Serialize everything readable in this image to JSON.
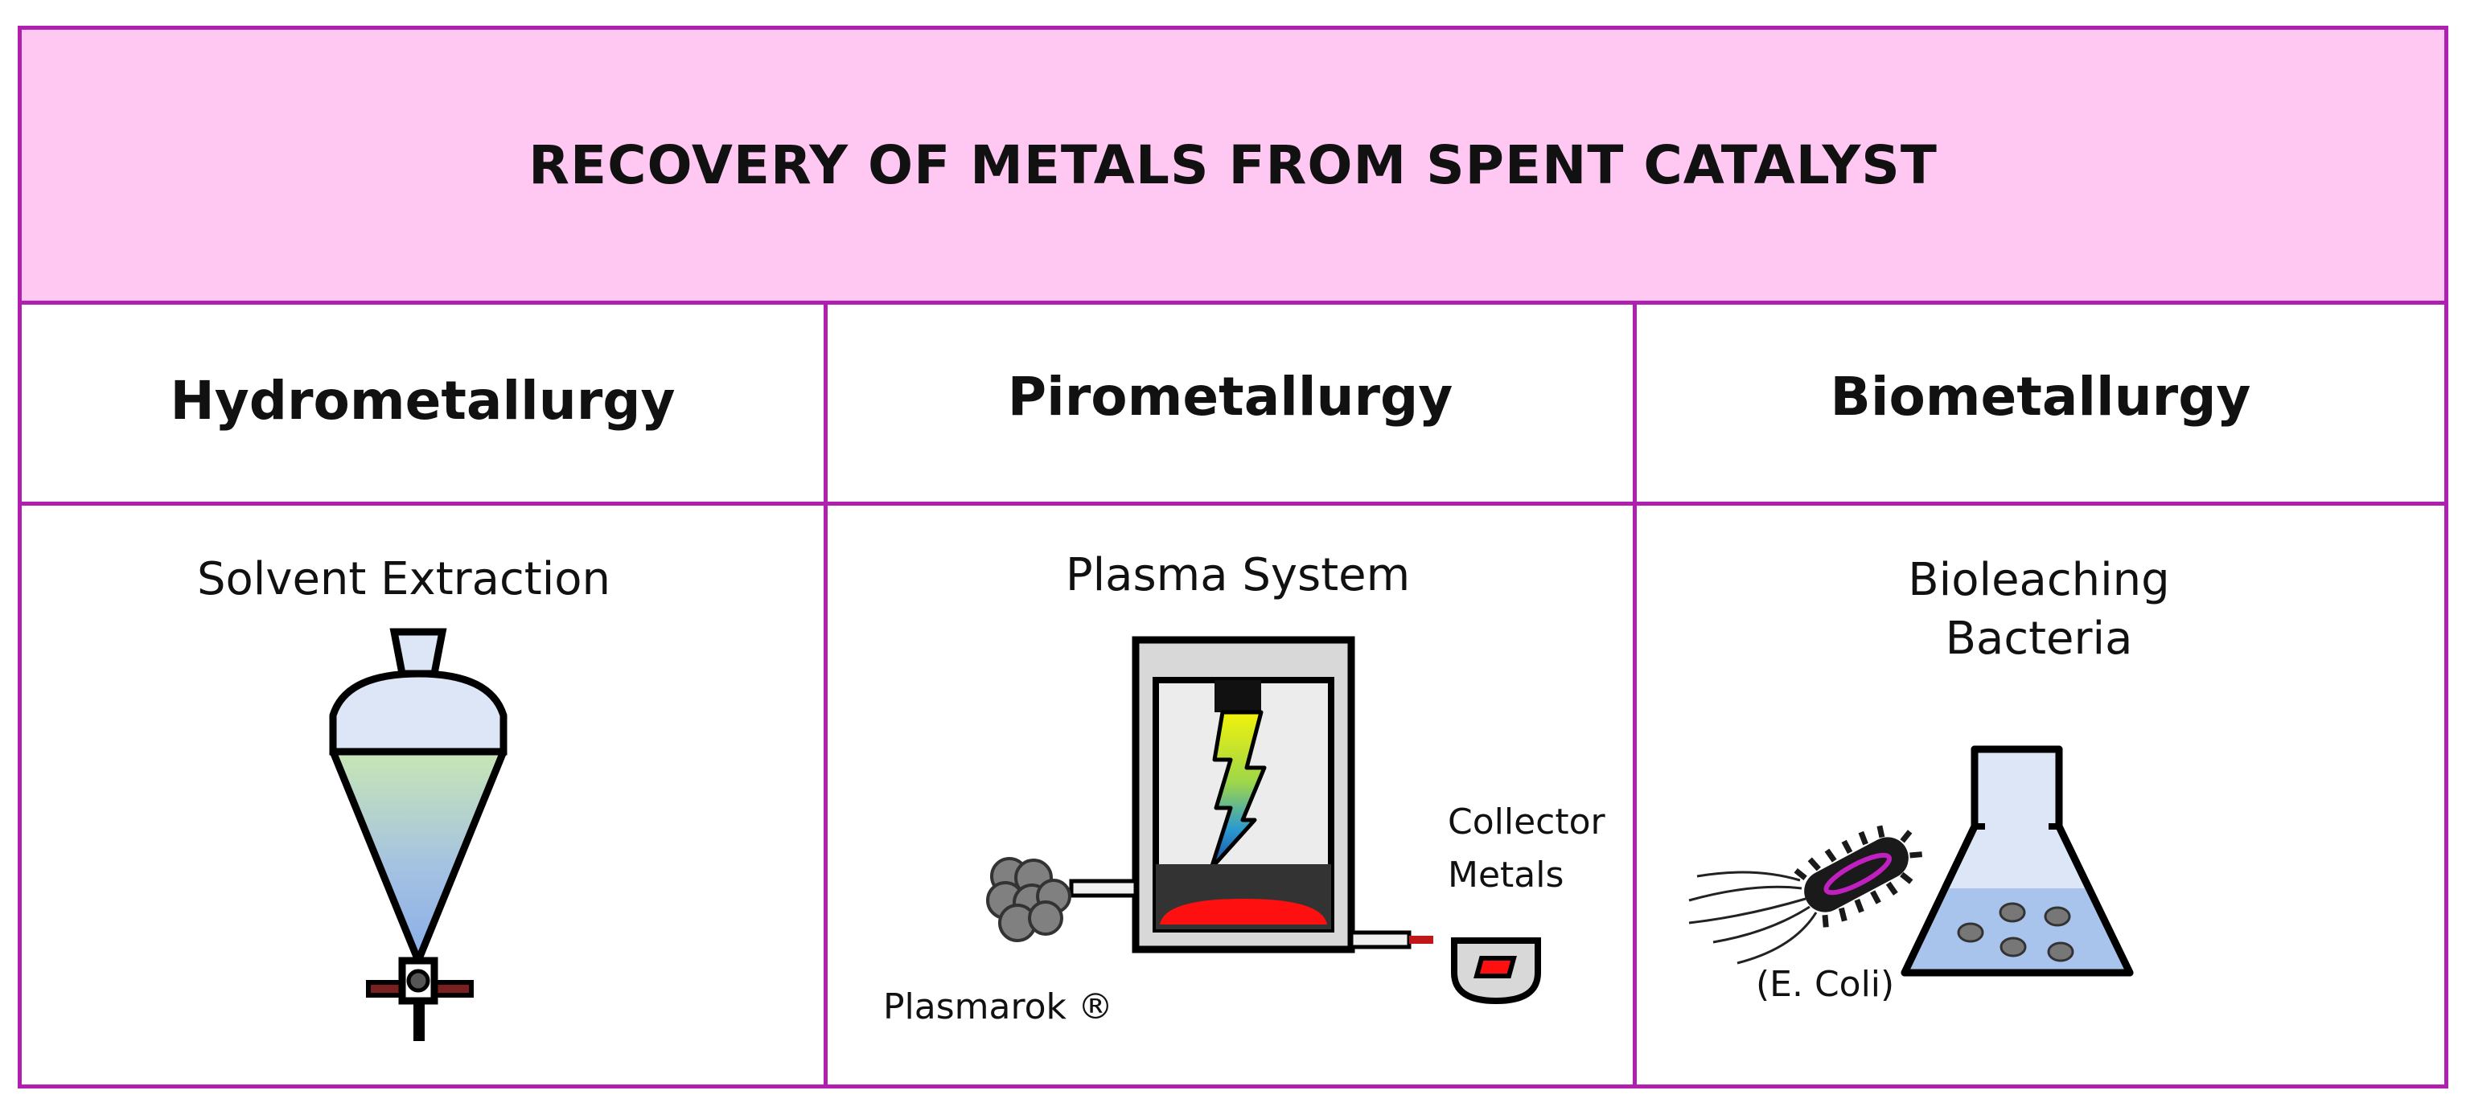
{
  "title": "RECOVERY OF METALS FROM SPENT CATALYST",
  "columns": [
    {
      "heading": "Hydrometallurgy",
      "method": "Solvent Extraction"
    },
    {
      "heading": "Pirometallurgy",
      "method": "Plasma System",
      "labels": {
        "input": "Plasmarok ®",
        "output_line1": "Collector",
        "output_line2": "Metals"
      }
    },
    {
      "heading": "Biometallurgy",
      "method_line1": "Bioleaching",
      "method_line2": "Bacteria",
      "labels": {
        "organism": "(E. Coli)"
      }
    }
  ],
  "colors": {
    "border": "#b020b0",
    "title_band": "#ffc8f2"
  },
  "icons": [
    "separatory-funnel-icon",
    "plasma-furnace-icon",
    "bacterium-icon",
    "erlenmeyer-flask-icon"
  ]
}
